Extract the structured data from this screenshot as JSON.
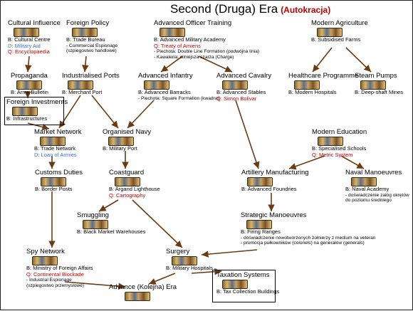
{
  "title": "Second (Druga) Era",
  "subtitle": "(Autokracja)",
  "nodes": {
    "cultural_influence": {
      "name": "Cultural Influence",
      "lines": [
        "B: Cultural Centre",
        "D: Military Aid",
        "Q: Encyclopaedia"
      ]
    },
    "foreign_policy": {
      "name": "Foreign Policy",
      "lines": [
        "B: Trade Bureau",
        "- Commercial Espionage",
        "(szpiegostwo handlowe)"
      ]
    },
    "advanced_officer_training": {
      "name": "Advanced Officer Training",
      "lines": [
        "B: Advanced Military Academy",
        "Q: Treaty of Amiens",
        "- Piechota: Double Line Formation (podwójna linia)",
        "- Kawaleria: silniejsza szarża (Charge)"
      ]
    },
    "modern_agriculture": {
      "name": "Modern Agriculture",
      "lines": [
        "B: Subsidised Farms"
      ]
    },
    "propaganda": {
      "name": "Propaganda",
      "lines": [
        "B: Army Bulletin"
      ]
    },
    "industrialised_ports": {
      "name": "Industrialised Ports",
      "lines": [
        "B: Merchant Port"
      ]
    },
    "advanced_infantry": {
      "name": "Advanced Infantry",
      "lines": [
        "B: Advanced Barracks",
        "- Piechota: Square Formation (kwadrat)"
      ]
    },
    "advanced_cavalry": {
      "name": "Advanced Cavalry",
      "lines": [
        "B: Advanced Stables",
        "Q: Simon Bolivar"
      ]
    },
    "healthcare_programme": {
      "name": "Healthcare Programme",
      "lines": [
        "B: Modern Hospitals"
      ]
    },
    "steam_pumps": {
      "name": "Steam Pumps",
      "lines": [
        "B: Deep-shaft Mines"
      ]
    },
    "foreign_investments": {
      "name": "Foreign Investments",
      "lines": [
        "B: Infrastructures"
      ]
    },
    "market_network": {
      "name": "Market Network",
      "lines": [
        "B: Trade Network",
        "D: Loan of Armies"
      ]
    },
    "organised_navy": {
      "name": "Organised Navy",
      "lines": [
        "B: Military Port"
      ]
    },
    "modern_education": {
      "name": "Modern Education",
      "lines": [
        "B: Specialised Schools",
        "Q: Metric System"
      ]
    },
    "customs_duties": {
      "name": "Customs Duties",
      "lines": [
        "B: Border Posts"
      ]
    },
    "coastguard": {
      "name": "Coastguard",
      "lines": [
        "B: Argand Lighthouse",
        "Q: Cartography"
      ]
    },
    "artillery_manufacturing": {
      "name": "Artillery Manufacturing",
      "lines": [
        "B: Advanced Foundries"
      ]
    },
    "naval_manoeuvres": {
      "name": "Naval Manoeuvres",
      "lines": [
        "B: Naval Academy",
        "- doświadczenie załóg okrętów",
        "do poziomu średniego"
      ]
    },
    "smuggling": {
      "name": "Smuggling",
      "lines": [
        "B: Black Market Warehouses"
      ]
    },
    "strategic_manoeuvres": {
      "name": "Strategic Manoeuvres",
      "lines": [
        "B: Firing Ranges",
        "- doświadczenie nowotworzonych żołnierzy z medium na veteran",
        "- promocja pułkowników (colonels) na generałów (generals)"
      ]
    },
    "spy_network": {
      "name": "Spy Network",
      "lines": [
        "B: Ministry of Foreign Affairs",
        "Q: Continental Blockade",
        "- Industrial Espionage",
        "(szpiegostwo przemysłowe)"
      ]
    },
    "surgery": {
      "name": "Surgery",
      "lines": [
        "B: Military Hospitals"
      ]
    },
    "taxation_systems": {
      "name": "Taxation Systems",
      "lines": [
        "B: Tax Collection Buildings"
      ]
    },
    "advance_era": {
      "name": "Advance (Kolejna) Era",
      "lines": []
    }
  },
  "colors": {
    "building": "#000000",
    "wonder": "#c00000",
    "diplomacy": "#3a6fd0",
    "arrow": "#6b3b12"
  }
}
